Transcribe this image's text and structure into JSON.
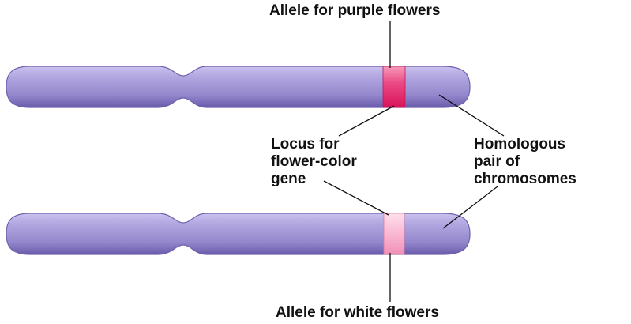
{
  "labels": {
    "allele_purple": "Allele for purple flowers",
    "allele_white": "Allele for white flowers",
    "locus": [
      "Locus for",
      "flower-color",
      "gene"
    ],
    "homologous": [
      "Homologous",
      "pair of",
      "chromosomes"
    ]
  },
  "colors": {
    "chromosome": "#9a8cd0",
    "chromosome_shade": "#6e5fb0",
    "band_purple_allele": "#e8246e",
    "band_white_allele": "#f7a6c6",
    "leader_line": "#111111"
  }
}
